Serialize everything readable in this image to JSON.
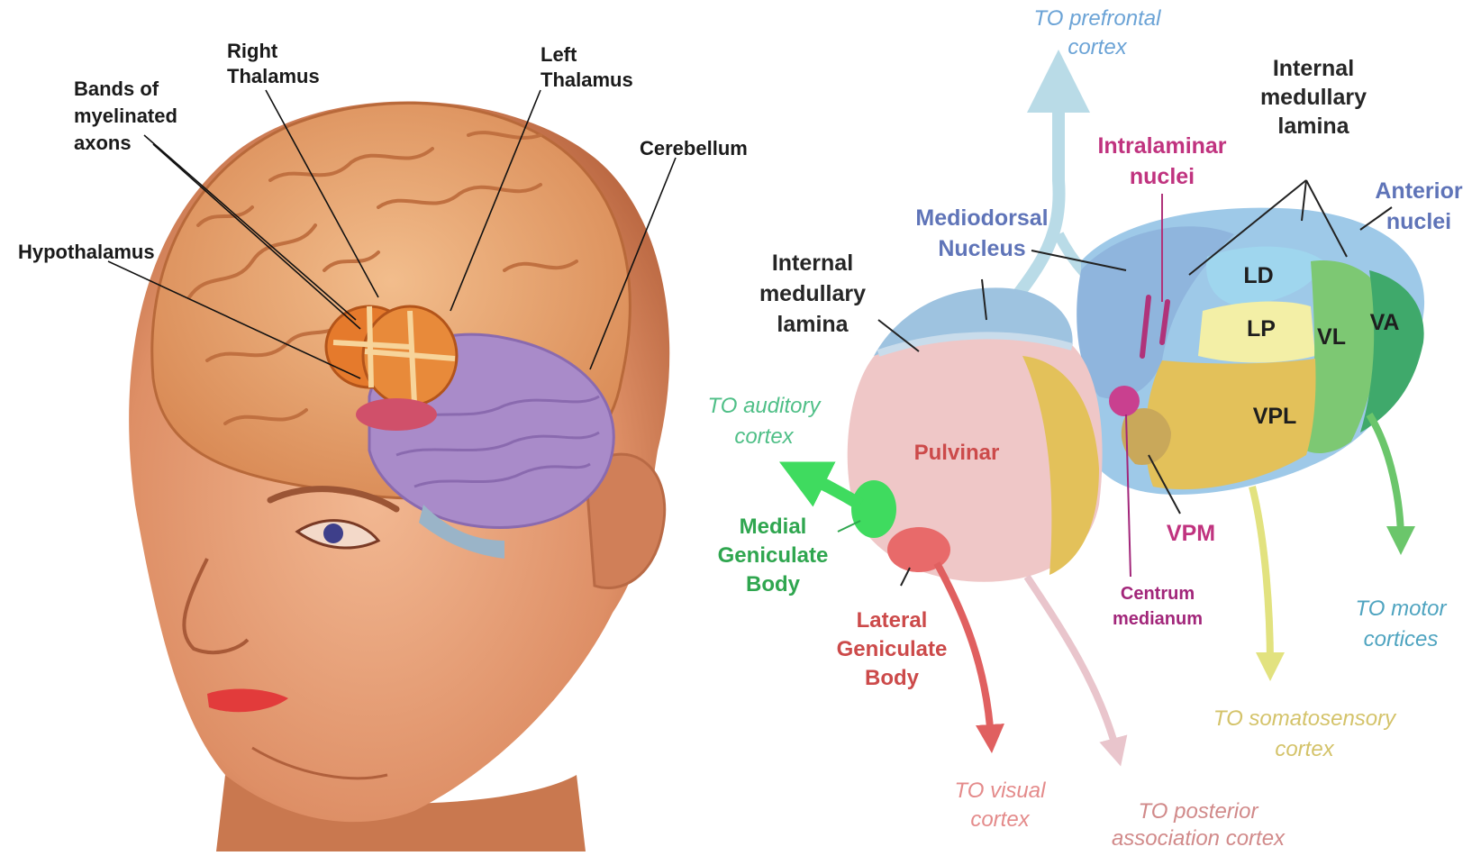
{
  "left_labels": {
    "right_thalamus": [
      "Right",
      "Thalamus"
    ],
    "left_thalamus": [
      "Left",
      "Thalamus"
    ],
    "bands": [
      "Bands of",
      "myelinated",
      "axons"
    ],
    "cerebellum": "Cerebellum",
    "hypothalamus": "Hypothalamus"
  },
  "right_labels": {
    "to_prefrontal": [
      "TO prefrontal",
      "cortex"
    ],
    "internal_medullary_top": [
      "Internal",
      "medullary",
      "lamina"
    ],
    "intralaminar": [
      "Intralaminar",
      "nuclei"
    ],
    "anterior": [
      "Anterior",
      "nuclei"
    ],
    "mediodorsal": [
      "Mediodorsal",
      "Nucleus"
    ],
    "internal_medullary_left": [
      "Internal",
      "medullary",
      "lamina"
    ],
    "to_auditory": [
      "TO auditory",
      "cortex"
    ],
    "medial_geniculate": [
      "Medial",
      "Geniculate",
      "Body"
    ],
    "lateral_geniculate": [
      "Lateral",
      "Geniculate",
      "Body"
    ],
    "pulvinar": "Pulvinar",
    "vpm": "VPM",
    "centrum": [
      "Centrum",
      "medianum"
    ],
    "to_visual": [
      "TO visual",
      "cortex"
    ],
    "to_posterior": [
      "TO posterior",
      "association cortex"
    ],
    "to_somatosensory": [
      "TO somatosensory",
      "cortex"
    ],
    "to_motor": [
      "TO motor",
      "cortices"
    ]
  },
  "nuclei": {
    "ld": "LD",
    "lp": "LP",
    "vl": "VL",
    "va": "VA",
    "vpl": "VPL"
  },
  "colors": {
    "skin": "#e8a27a",
    "brain": "#e8a872",
    "thalamus": "#e57a2c",
    "cerebellum": "#a98bc9",
    "mediodorsal": "#9ec3e0",
    "pulvinar": "#efc7c7",
    "lp": "#f3efa6",
    "vl": "#7dc873",
    "va": "#3fa96b",
    "vpl": "#e3c15a",
    "ld": "#9fd6ee",
    "auditory": "#3fdb5f",
    "visual": "#e86a6a",
    "posterior": "#e9c5cc",
    "somatosensory": "#e2e27f",
    "motor": "#6bc66b",
    "prefrontal": "#b9dbe7"
  }
}
